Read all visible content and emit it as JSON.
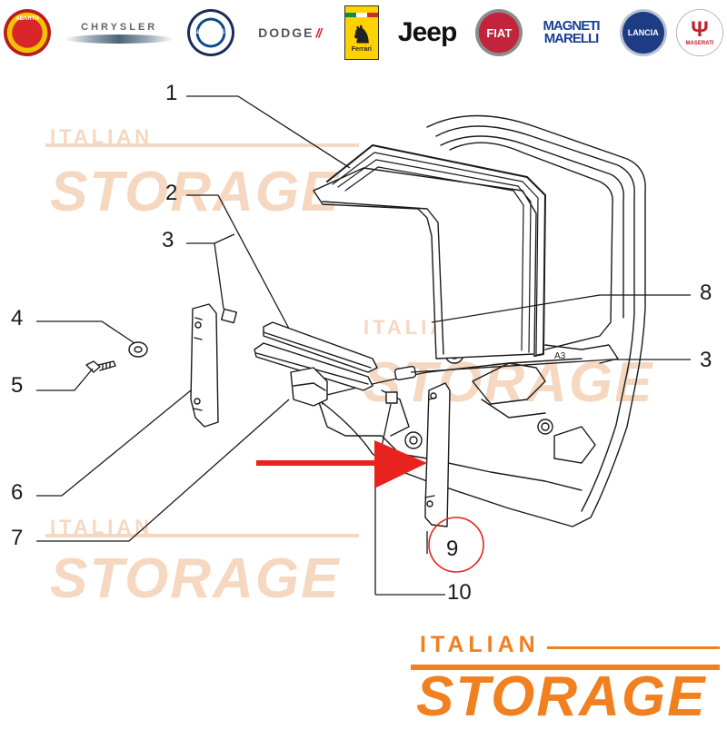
{
  "brands": [
    {
      "name": "abarth-logo",
      "text": "ABARTH"
    },
    {
      "name": "chrysler-logo",
      "text": "CHRYSLER"
    },
    {
      "name": "alfa-romeo-logo",
      "text": "ALFA ROMEO"
    },
    {
      "name": "dodge-logo",
      "text": "DODGE"
    },
    {
      "name": "ferrari-logo",
      "text": "Ferrari"
    },
    {
      "name": "jeep-logo",
      "text": "Jeep"
    },
    {
      "name": "fiat-logo",
      "text": "FIAT"
    },
    {
      "name": "magneti-marelli-logo",
      "text": "MAGNETI MARELLI"
    },
    {
      "name": "lancia-logo",
      "text": "LANCIA"
    },
    {
      "name": "maserati-logo",
      "text": "MASERATI"
    }
  ],
  "watermark": {
    "italian": "ITALIAN",
    "storage": "STORAGE"
  },
  "callouts": {
    "c1": "1",
    "c2": "2",
    "c3a": "3",
    "c3b": "3",
    "c4": "4",
    "c5": "5",
    "c6": "6",
    "c7": "7",
    "c8": "8",
    "c9": "9",
    "c10": "10"
  },
  "highlight": {
    "part_number": "9",
    "arrow_color": "#e8231d",
    "circle_color": "#e8231d"
  },
  "footer_logo": {
    "italian": "ITALIAN",
    "storage": "STORAGE",
    "color": "#f08020"
  },
  "colors": {
    "line": "#1a1a1a",
    "watermark": "#f6d7bf"
  }
}
